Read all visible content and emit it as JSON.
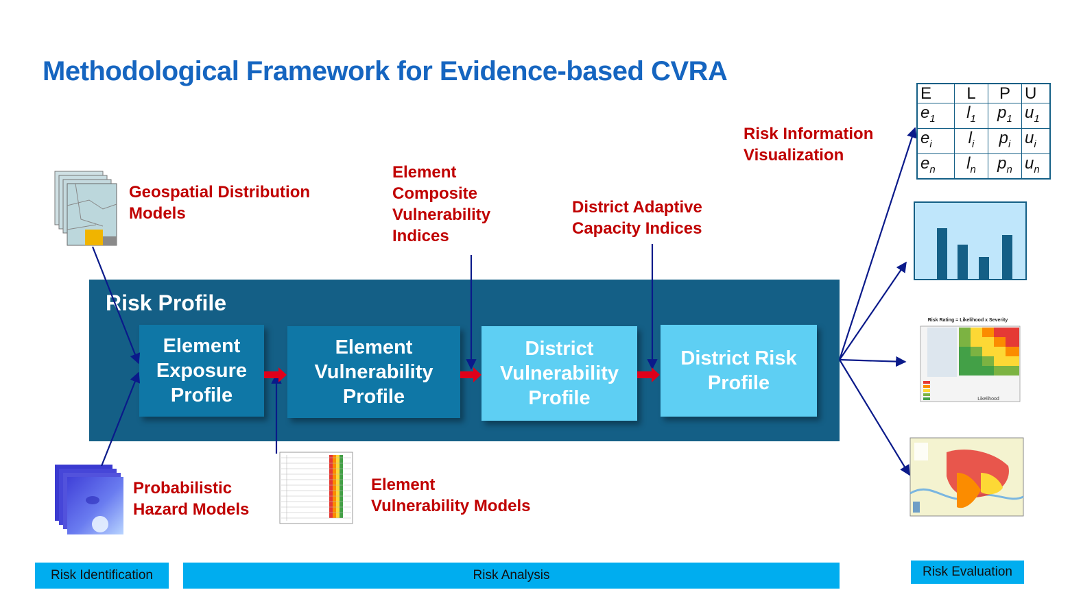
{
  "title": "Methodological Framework for Evidence-based CVRA",
  "labels": {
    "geospatial": "Geospatial Distribution\nModels",
    "composite": "Element\nComposite\nVulnerability\nIndices",
    "adaptive": "District Adaptive\nCapacity Indices",
    "visualization": "Risk Information\nVisualization",
    "hazard": "Probabilistic\nHazard Models",
    "element_vuln_models": "Element\nVulnerability Models"
  },
  "panel": {
    "title": "Risk Profile",
    "boxes": [
      "Element\nExposure\nProfile",
      "Element\nVulnerability\nProfile",
      "District\nVulnerability\nProfile",
      "District Risk\nProfile"
    ]
  },
  "table": {
    "headers": [
      "E",
      "L",
      "P",
      "U"
    ],
    "rows": [
      [
        {
          "b": "e",
          "s": "1"
        },
        {
          "b": "l",
          "s": "1"
        },
        {
          "b": "p",
          "s": "1"
        },
        {
          "b": "u",
          "s": "1"
        }
      ],
      [
        {
          "b": "e",
          "s": "i"
        },
        {
          "b": "l",
          "s": "i"
        },
        {
          "b": "p",
          "s": "i"
        },
        {
          "b": "u",
          "s": "i"
        }
      ],
      [
        {
          "b": "e",
          "s": "n"
        },
        {
          "b": "l",
          "s": "n"
        },
        {
          "b": "p",
          "s": "n"
        },
        {
          "b": "u",
          "s": "n"
        }
      ]
    ]
  },
  "matrix_title": "Risk Rating = Likelihood x Severity",
  "matrix_axis": "Likelihood",
  "stages": [
    "Risk Identification",
    "Risk Analysis",
    "Risk Evaluation"
  ],
  "colors": {
    "title": "#1565c0",
    "label_red": "#c00000",
    "panel": "#145f86",
    "box_dark": "#0f77a6",
    "box_light": "#5ecff3",
    "arrow_navy": "#0a1a8a",
    "arrow_red": "#e0001a",
    "stage_bar": "#00adef"
  },
  "icons": [
    "geospatial-map-stack-icon",
    "hazard-map-stack-icon",
    "vulnerability-table-thumbnail",
    "bar-chart-icon",
    "risk-matrix-thumbnail",
    "flood-map-thumbnail"
  ]
}
